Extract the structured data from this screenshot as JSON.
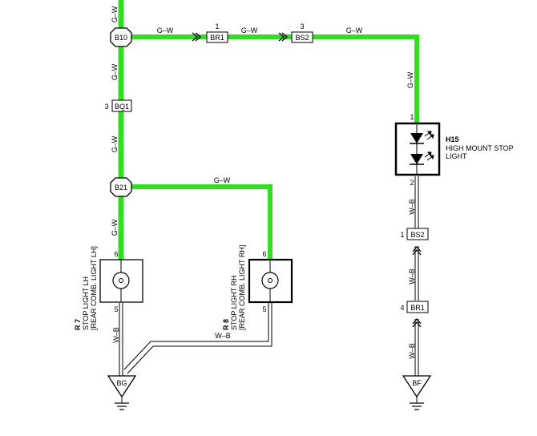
{
  "colors": {
    "live_wire": "#33dd22",
    "ground_wire": "#000000",
    "background": "#ffffff"
  },
  "wire_labels": {
    "gw_top": "G–W",
    "gw_b10_br1": "G–W",
    "gw_br1_bs2": "G–W",
    "gw_bs2_h15": "G–W",
    "gw_right_vertical": "G–W",
    "gw_b10_bq1": "G–W",
    "gw_bq1_b21": "G–W",
    "gw_b21_r8": "G–W",
    "gw_b21_r7": "G–W",
    "wb_r7_ground": "W–B",
    "wb_r8_ground": "W–B",
    "wb_h15_bs2": "W–B",
    "wb_bs2_br1": "W–B",
    "wb_br1_bf": "W–B"
  },
  "splices": {
    "b10": "B10",
    "b21": "B21"
  },
  "connectors": {
    "br1_top": {
      "label": "BR1",
      "pin": "1"
    },
    "bs2_top": {
      "label": "BS2",
      "pin": "3"
    },
    "bq1": {
      "label": "BQ1",
      "pin": "3"
    },
    "bs2_right": {
      "label": "BS2",
      "pin": "1"
    },
    "br1_right": {
      "label": "BR1",
      "pin": "4"
    }
  },
  "grounds": {
    "bg": "BG",
    "bf": "BF"
  },
  "components": {
    "r7": {
      "id": "R 7",
      "name": "STOP LIGHT LH",
      "subname": "[REAR COMB. LIGHT LH]",
      "pin_top": "6",
      "pin_bottom": "5"
    },
    "r8": {
      "id": "R 8",
      "name": "STOP LIGHT RH",
      "subname": "[REAR COMB. LIGHT RH]",
      "pin_top": "6",
      "pin_bottom": "5"
    },
    "h15": {
      "id": "H15",
      "name_line1": "HIGH MOUNT STOP",
      "name_line2": "LIGHT",
      "pin_top": "1",
      "pin_bottom": "2"
    }
  }
}
